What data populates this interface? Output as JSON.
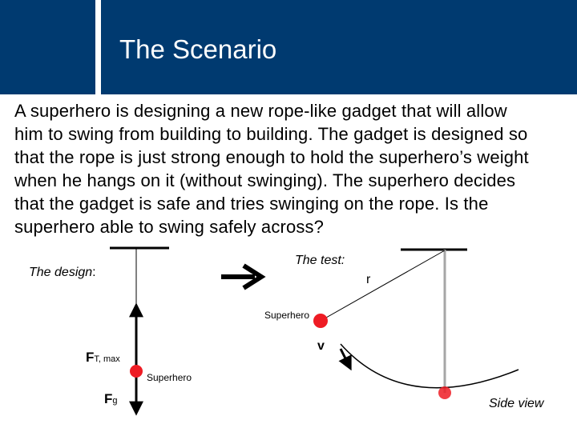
{
  "header": {
    "title": "The Scenario"
  },
  "body": {
    "lines": [
      "A superhero is designing a new rope-like gadget that will allow",
      "him to swing from building to building.  The gadget is designed so",
      "that the rope is just strong enough to hold the superhero’s weight",
      "when he hangs on it (without swinging).  The superhero decides",
      "that the gadget is safe and tries swinging on the rope.   Is the",
      "superhero able to swing safely across?"
    ]
  },
  "diagram": {
    "design_label": "The design",
    "design_colon": ":",
    "test_label": "The test:",
    "r_label": "r",
    "v_label": "v",
    "superhero_label_test": "Superhero",
    "superhero_label_design": "Superhero",
    "ft_main": "F",
    "ft_sub": "T, max",
    "fg_main": "F",
    "fg_sub": "g",
    "side_view": "Side view",
    "colors": {
      "accent": "#003a70",
      "superhero": "#ee1c24",
      "rest_line": "#a6a6a6"
    }
  }
}
